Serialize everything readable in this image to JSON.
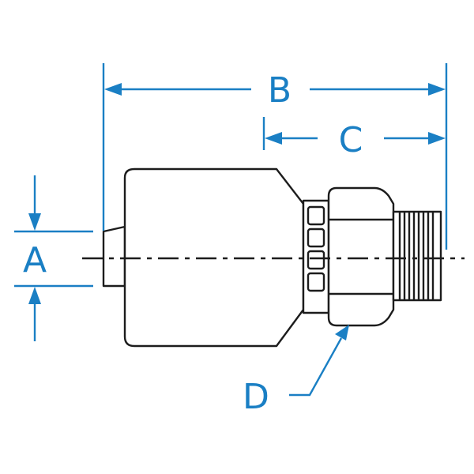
{
  "labels": {
    "a": "A",
    "b": "B",
    "c": "C",
    "d": "D"
  },
  "colors": {
    "dimension": "#1a7fc4",
    "outline": "#1c1c1c",
    "background": "#ffffff"
  }
}
